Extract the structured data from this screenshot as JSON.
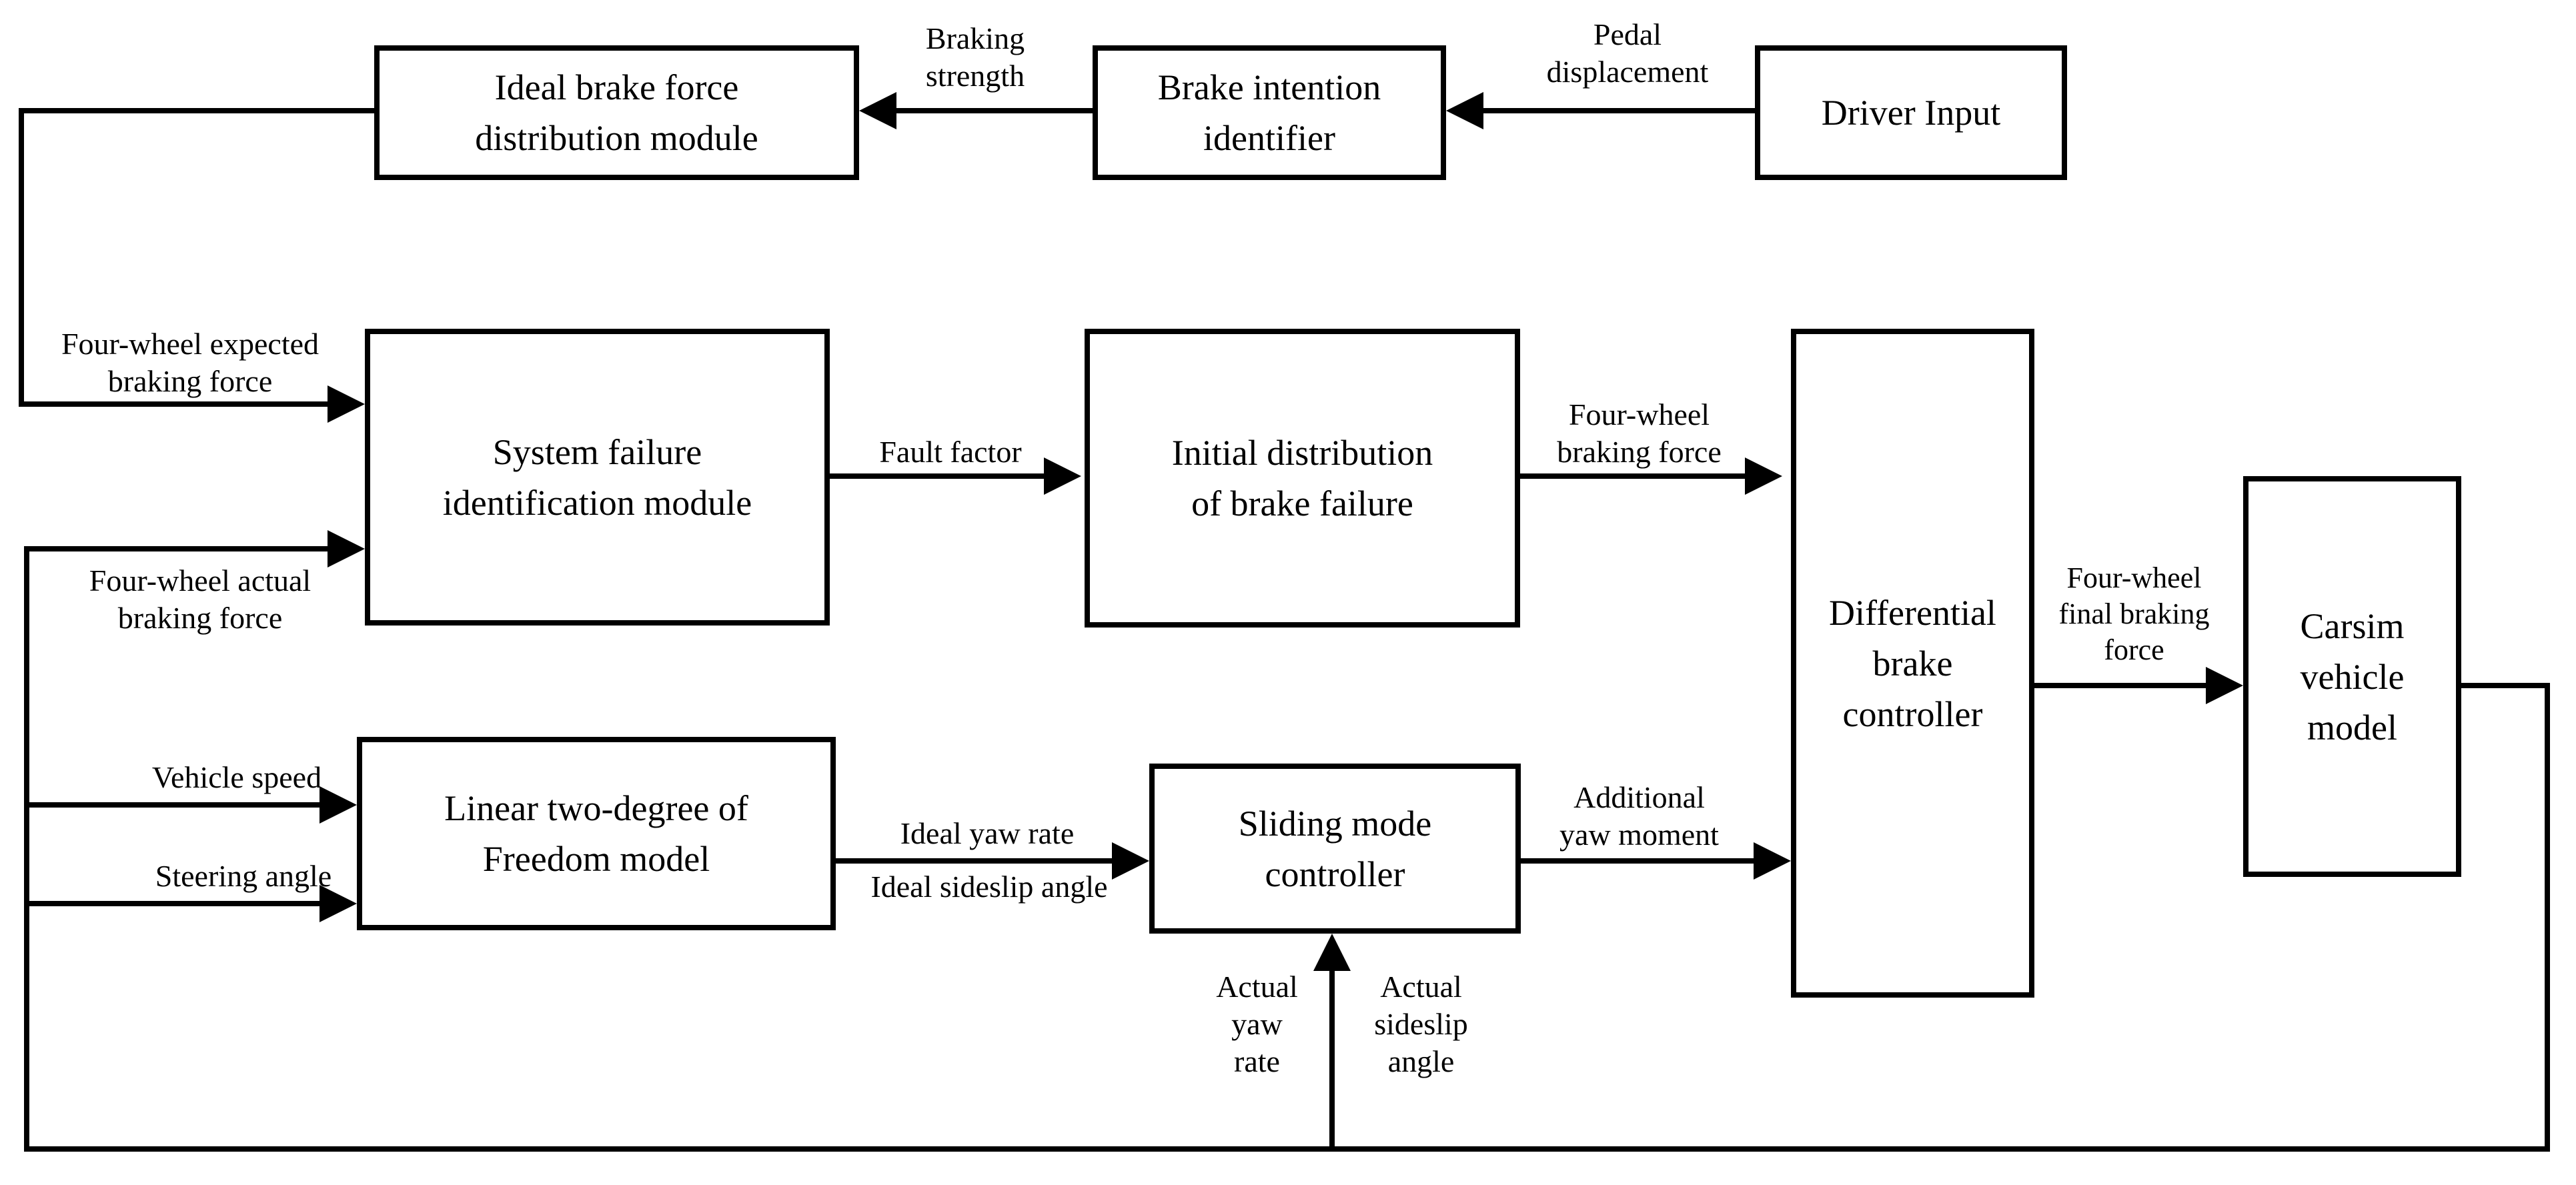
{
  "diagram": {
    "title": "Differential brake control system block diagram",
    "colors": {
      "line": "#000000",
      "background": "#ffffff",
      "text": "#000000"
    },
    "nodes": {
      "ideal_brake_force": [
        "Ideal brake force",
        "distribution module"
      ],
      "brake_intention": [
        "Brake intention",
        "identifier"
      ],
      "driver_input": [
        "Driver Input"
      ],
      "system_failure": [
        "System failure",
        "identification module"
      ],
      "initial_distribution": [
        "Initial distribution",
        "of brake failure"
      ],
      "differential_brake": [
        "Differential",
        "brake",
        "controller"
      ],
      "linear_model": [
        "Linear two-degree of",
        "Freedom model"
      ],
      "sliding_mode": [
        "Sliding mode",
        "controller"
      ],
      "carsim": [
        "Carsim",
        "vehicle",
        "model"
      ]
    },
    "labels": {
      "pedal_displacement": [
        "Pedal",
        "displacement"
      ],
      "braking_strength": [
        "Braking",
        "strength"
      ],
      "four_wheel_expected": [
        "Four-wheel expected",
        "braking force"
      ],
      "four_wheel_actual": [
        "Four-wheel actual",
        "braking force"
      ],
      "fault_factor": "Fault factor",
      "four_wheel_braking": [
        "Four-wheel",
        "braking force"
      ],
      "vehicle_speed": "Vehicle speed",
      "steering_angle": "Steering angle",
      "ideal_yaw_rate": "Ideal yaw rate",
      "ideal_sideslip_angle": "Ideal sideslip angle",
      "additional_yaw_moment": [
        "Additional",
        "yaw moment"
      ],
      "four_wheel_final": [
        "Four-wheel",
        "final braking",
        "force"
      ],
      "actual_yaw_rate": [
        "Actual",
        "yaw",
        "rate"
      ],
      "actual_sideslip_angle": [
        "Actual",
        "sideslip",
        "angle"
      ]
    }
  }
}
